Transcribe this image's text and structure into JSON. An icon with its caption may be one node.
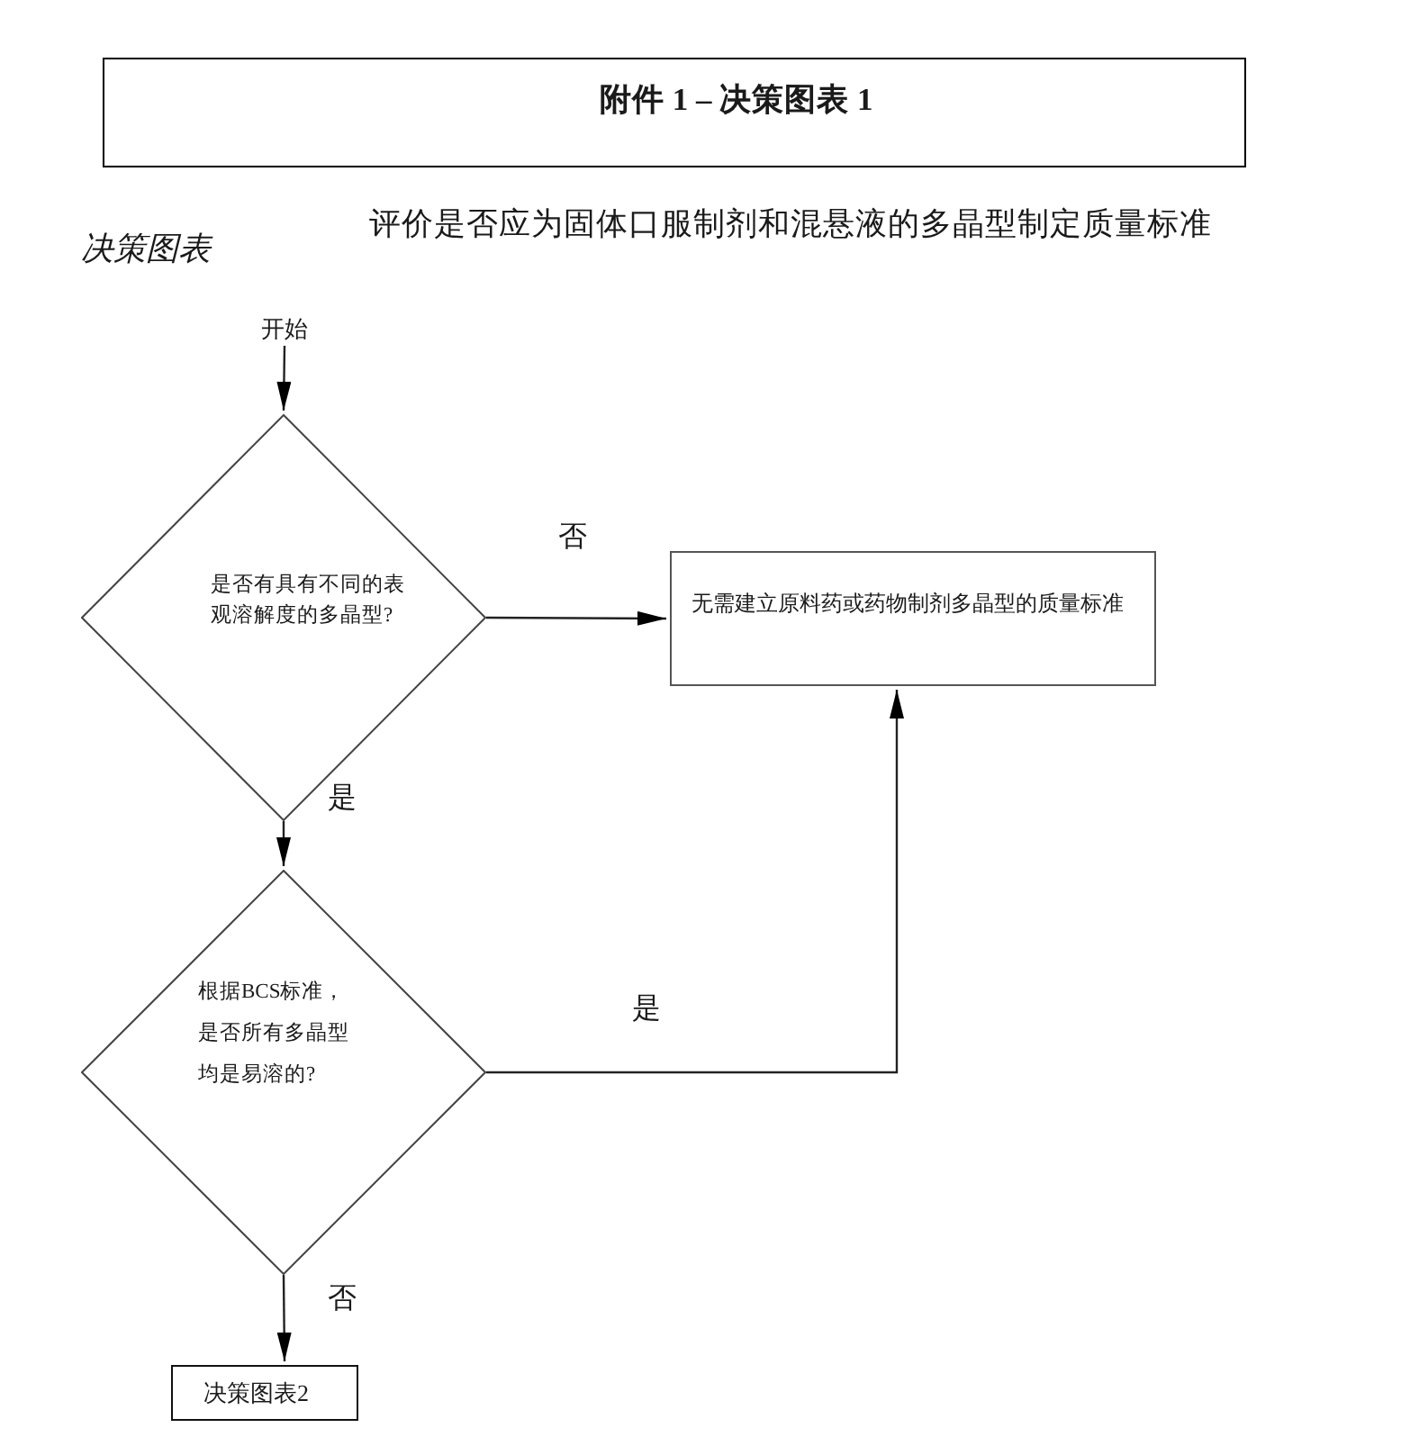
{
  "diagram": {
    "title": "附件 1 – 决策图表 1",
    "nodes": [
      {
        "text": [
          "开始"
        ]
      },
      {
        "text": [
          "是否有具有不同的表观溶解度的多晶型?"
        ]
      },
      {
        "text": [
          "无需建立原料药或药物制剂多晶型的质量标准"
        ]
      },
      {
        "text": [
          "根据BCS标准，是否所有多晶型均是易溶的?"
        ]
      },
      {
        "text": [
          "决策图表2"
        ]
      }
    ],
    "edges": [
      {
        "from": 0,
        "to": 1,
        "arrow": "to"
      },
      {
        "from": 1,
        "to": 2,
        "arrow": "to",
        "label": "否"
      },
      {
        "from": 1,
        "to": 3,
        "arrow": "to",
        "label": "是"
      },
      {
        "from": 3,
        "to": 2,
        "arrow": "to",
        "label": "是"
      },
      {
        "from": 3,
        "to": 4,
        "arrow": "to",
        "label": "否"
      }
    ],
    "labels": [
      "评价是否应为固体口服制剂和混悬液的多晶型制定质量标准",
      "决策图表"
    ]
  }
}
